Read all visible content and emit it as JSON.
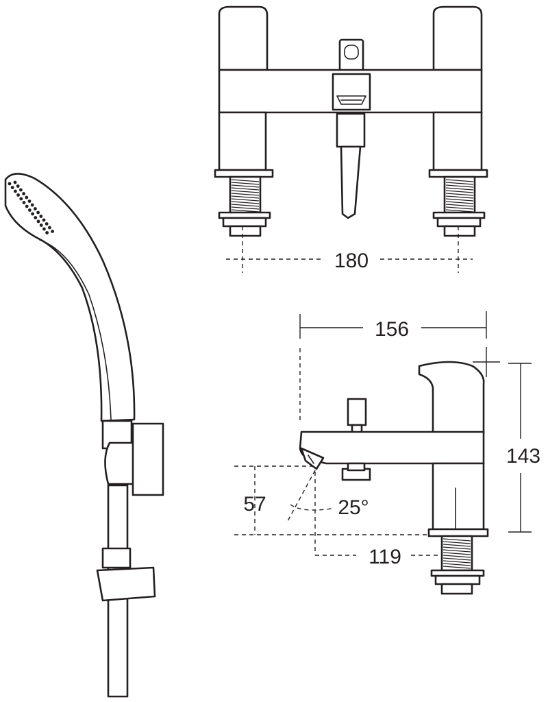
{
  "dimensions": {
    "deck_centres": "180",
    "depth": "156",
    "height": "143",
    "spout_height": "57",
    "spout_angle": "25°",
    "spout_projection": "119"
  }
}
